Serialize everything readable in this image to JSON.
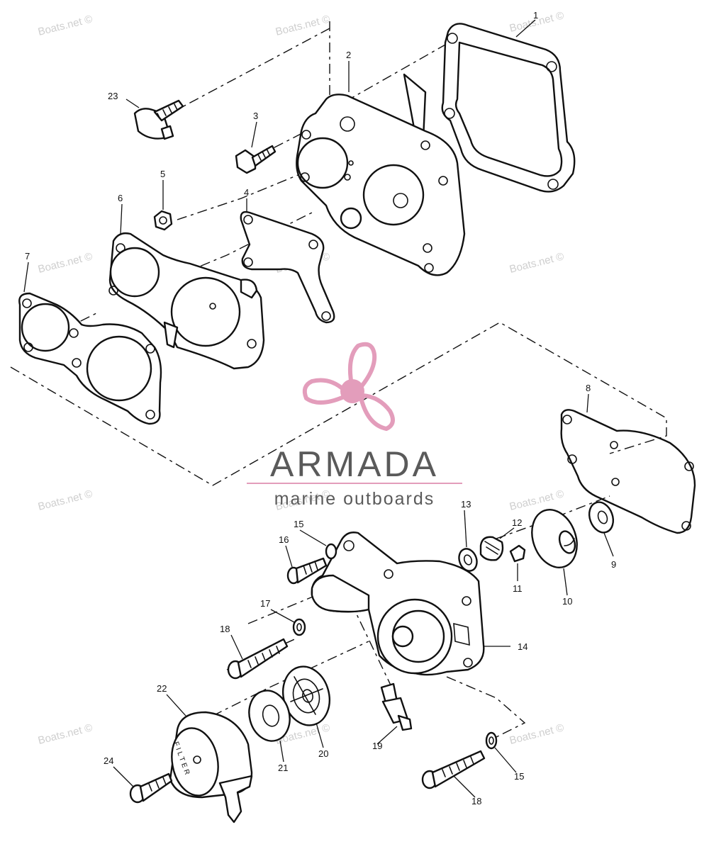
{
  "diagram": {
    "part_numbers": [
      "1",
      "2",
      "3",
      "4",
      "5",
      "6",
      "7",
      "8",
      "9",
      "10",
      "11",
      "12",
      "13",
      "14",
      "15",
      "16",
      "17",
      "18",
      "19",
      "20",
      "21",
      "22",
      "23",
      "24"
    ],
    "extra_labels": {
      "washer_15b": "15",
      "bolt_18b": "18"
    },
    "filter_text": "FILTER",
    "watermark": "Boats.net ©"
  },
  "logo": {
    "name": "ARMADA",
    "tagline": "marine outboards",
    "color_accent": "#e39dbb",
    "color_text": "#5a5a5a"
  },
  "colors": {
    "line": "#111111",
    "watermark": "#cfcfcf"
  }
}
